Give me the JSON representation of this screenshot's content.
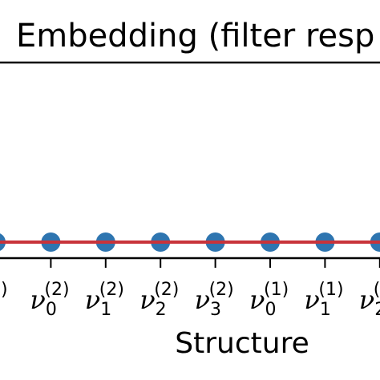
{
  "chart_data": {
    "type": "scatter",
    "title": "Embedding (filter resp",
    "xlabel": "Structure",
    "ylabel": "",
    "grid": false,
    "categories": [
      {
        "base": "ν",
        "sub": "",
        "sup": "3)"
      },
      {
        "base": "ν",
        "sub": "0",
        "sup": "(2)"
      },
      {
        "base": "ν",
        "sub": "1",
        "sup": "(2)"
      },
      {
        "base": "ν",
        "sub": "2",
        "sup": "(2)"
      },
      {
        "base": "ν",
        "sub": "3",
        "sup": "(2)"
      },
      {
        "base": "ν",
        "sub": "0",
        "sup": "(1)"
      },
      {
        "base": "ν",
        "sub": "1",
        "sup": "(1)"
      },
      {
        "base": "ν",
        "sub": "2",
        "sup": "(1"
      }
    ],
    "series": [
      {
        "kind": "points",
        "color": "#2e75b0",
        "values": [
          0,
          0,
          0,
          0,
          0,
          0,
          0,
          0
        ]
      },
      {
        "kind": "line",
        "color": "#c8333a",
        "values": [
          0,
          0,
          0,
          0,
          0,
          0,
          0,
          0
        ]
      }
    ],
    "ylim": [
      -1,
      1
    ]
  }
}
